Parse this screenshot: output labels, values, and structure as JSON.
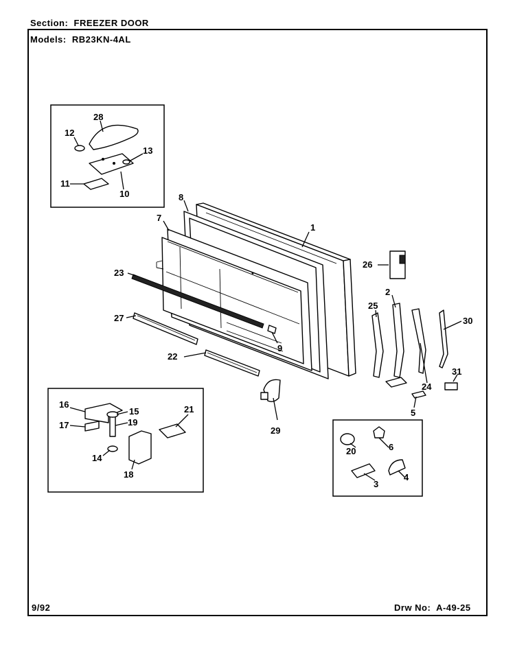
{
  "header": {
    "section_label": "Section:",
    "section_value": "FREEZER DOOR",
    "models_label": "Models:",
    "models_value": "RB23KN-4AL"
  },
  "footer": {
    "date": "9/92",
    "drawing_label": "Drw No:",
    "drawing_number": "A-49-25"
  },
  "callouts": {
    "p1": "1",
    "p2": "2",
    "p3": "3",
    "p4": "4",
    "p5": "5",
    "p6": "6",
    "p7": "7",
    "p8": "8",
    "p9": "9",
    "p10": "10",
    "p11": "11",
    "p12": "12",
    "p13": "13",
    "p14": "14",
    "p15": "15",
    "p16": "16",
    "p17": "17",
    "p18": "18",
    "p19": "19",
    "p20": "20",
    "p21": "21",
    "p22": "22",
    "p23": "23",
    "p24": "24",
    "p25": "25",
    "p26": "26",
    "p27": "27",
    "p28": "28",
    "p29": "29",
    "p30": "30",
    "p31": "31"
  }
}
